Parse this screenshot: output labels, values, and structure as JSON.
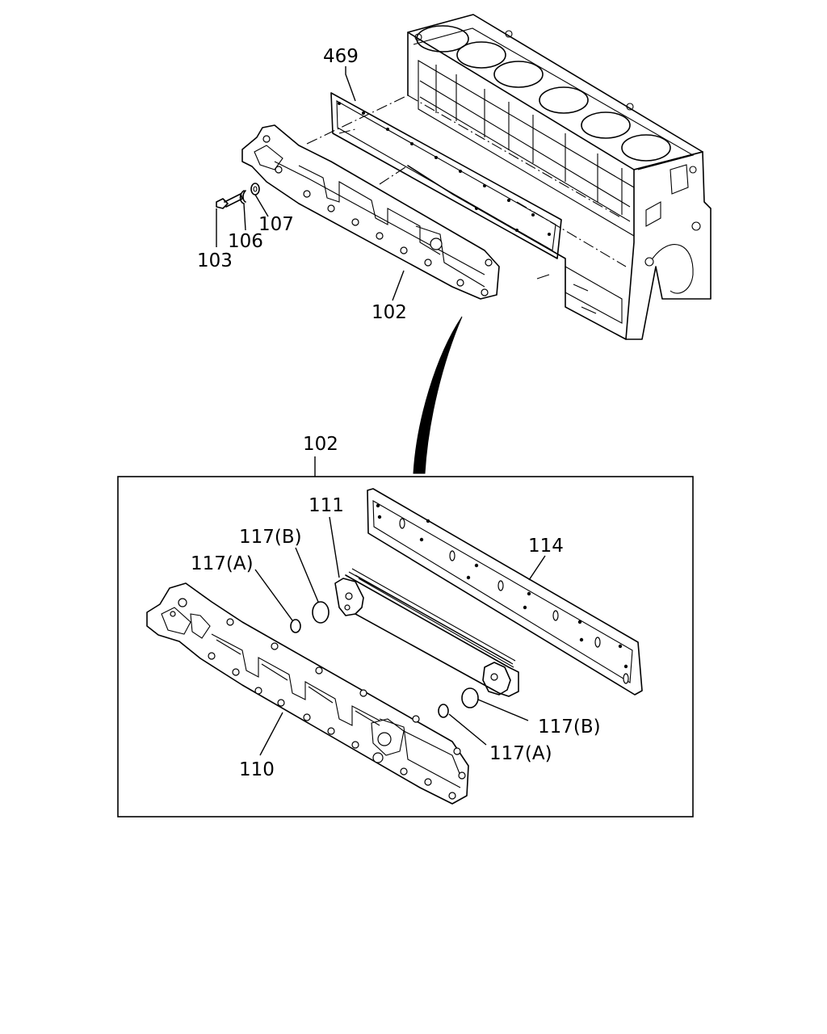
{
  "labels": {
    "p469": "469",
    "p103": "103",
    "p106": "106",
    "p107": "107",
    "p102_top": "102",
    "p102_box": "102",
    "p111": "111",
    "p114": "114",
    "p117b_left": "117(B)",
    "p117a_left": "117(A)",
    "p117b_right": "117(B)",
    "p117a_right": "117(A)",
    "p110": "110"
  },
  "colors": {
    "ink": "#000000",
    "background": "#ffffff"
  }
}
